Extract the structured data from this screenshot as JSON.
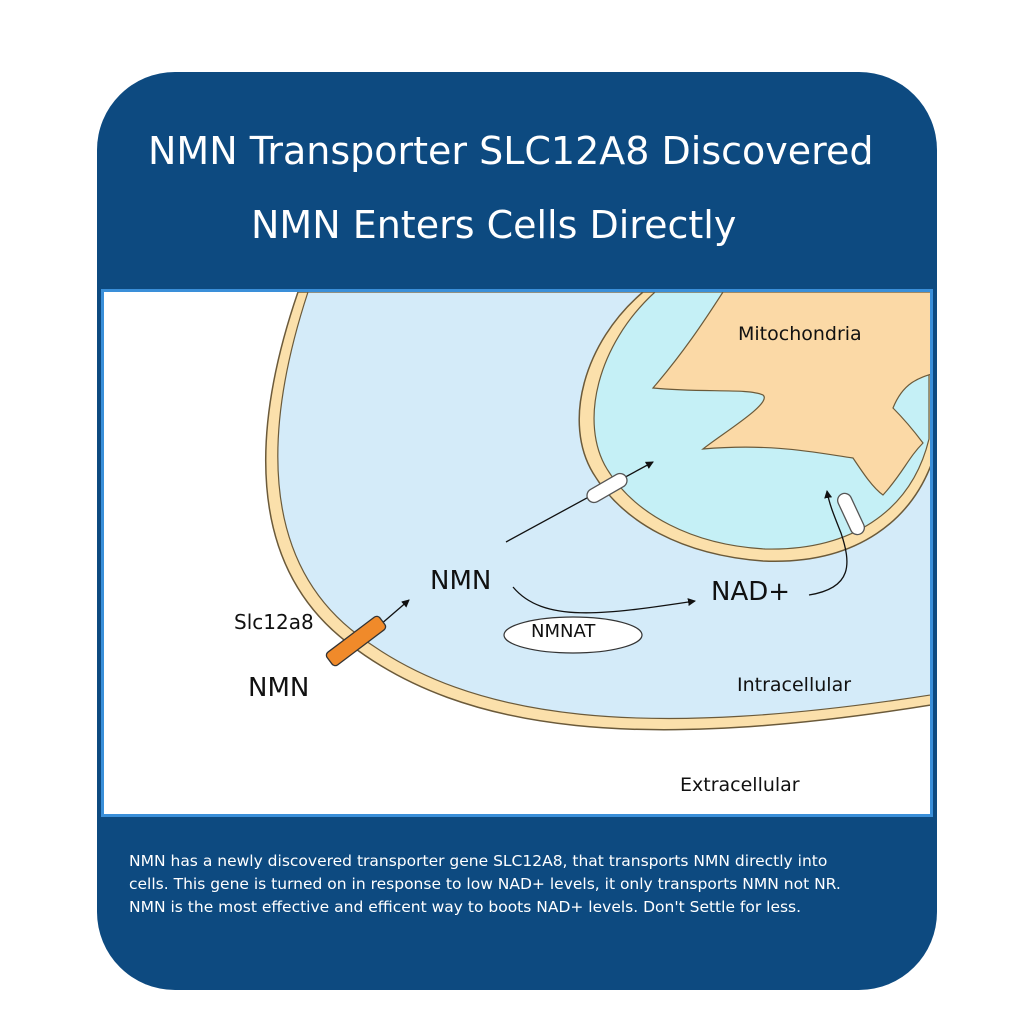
{
  "header": {
    "title_line1": "NMN Transporter  SLC12A8 Discovered",
    "title_line2": "NMN Enters Cells Directly"
  },
  "diagram": {
    "labels": {
      "mitochondria": "Mitochondria",
      "slc12a8": "Slc12a8",
      "nmn_outside": "NMN",
      "nmn_inside": "NMN",
      "nad_plus": "NAD+",
      "nmnat": "NMNAT",
      "intracellular": "Intracellular",
      "extracellular": "Extracellular"
    },
    "colors": {
      "cytoplasm": "#d4ebf9",
      "membrane": "#fbe0ab",
      "mito_matrix": "#c5f0f6",
      "mito_core": "#fbd9a6",
      "transporter": "#f08a2a",
      "border": "#3a8fd9",
      "card": "#0d4a80"
    }
  },
  "caption": {
    "lines": [
      "NMN has a newly discovered transporter gene SLC12A8, that transports NMN directly into",
      "cells. This gene is turned on in response to low NAD+ levels, it only transports NMN not NR.",
      "NMN is the most effective and efficent way to boots NAD+ levels. Don't Settle for less."
    ]
  }
}
